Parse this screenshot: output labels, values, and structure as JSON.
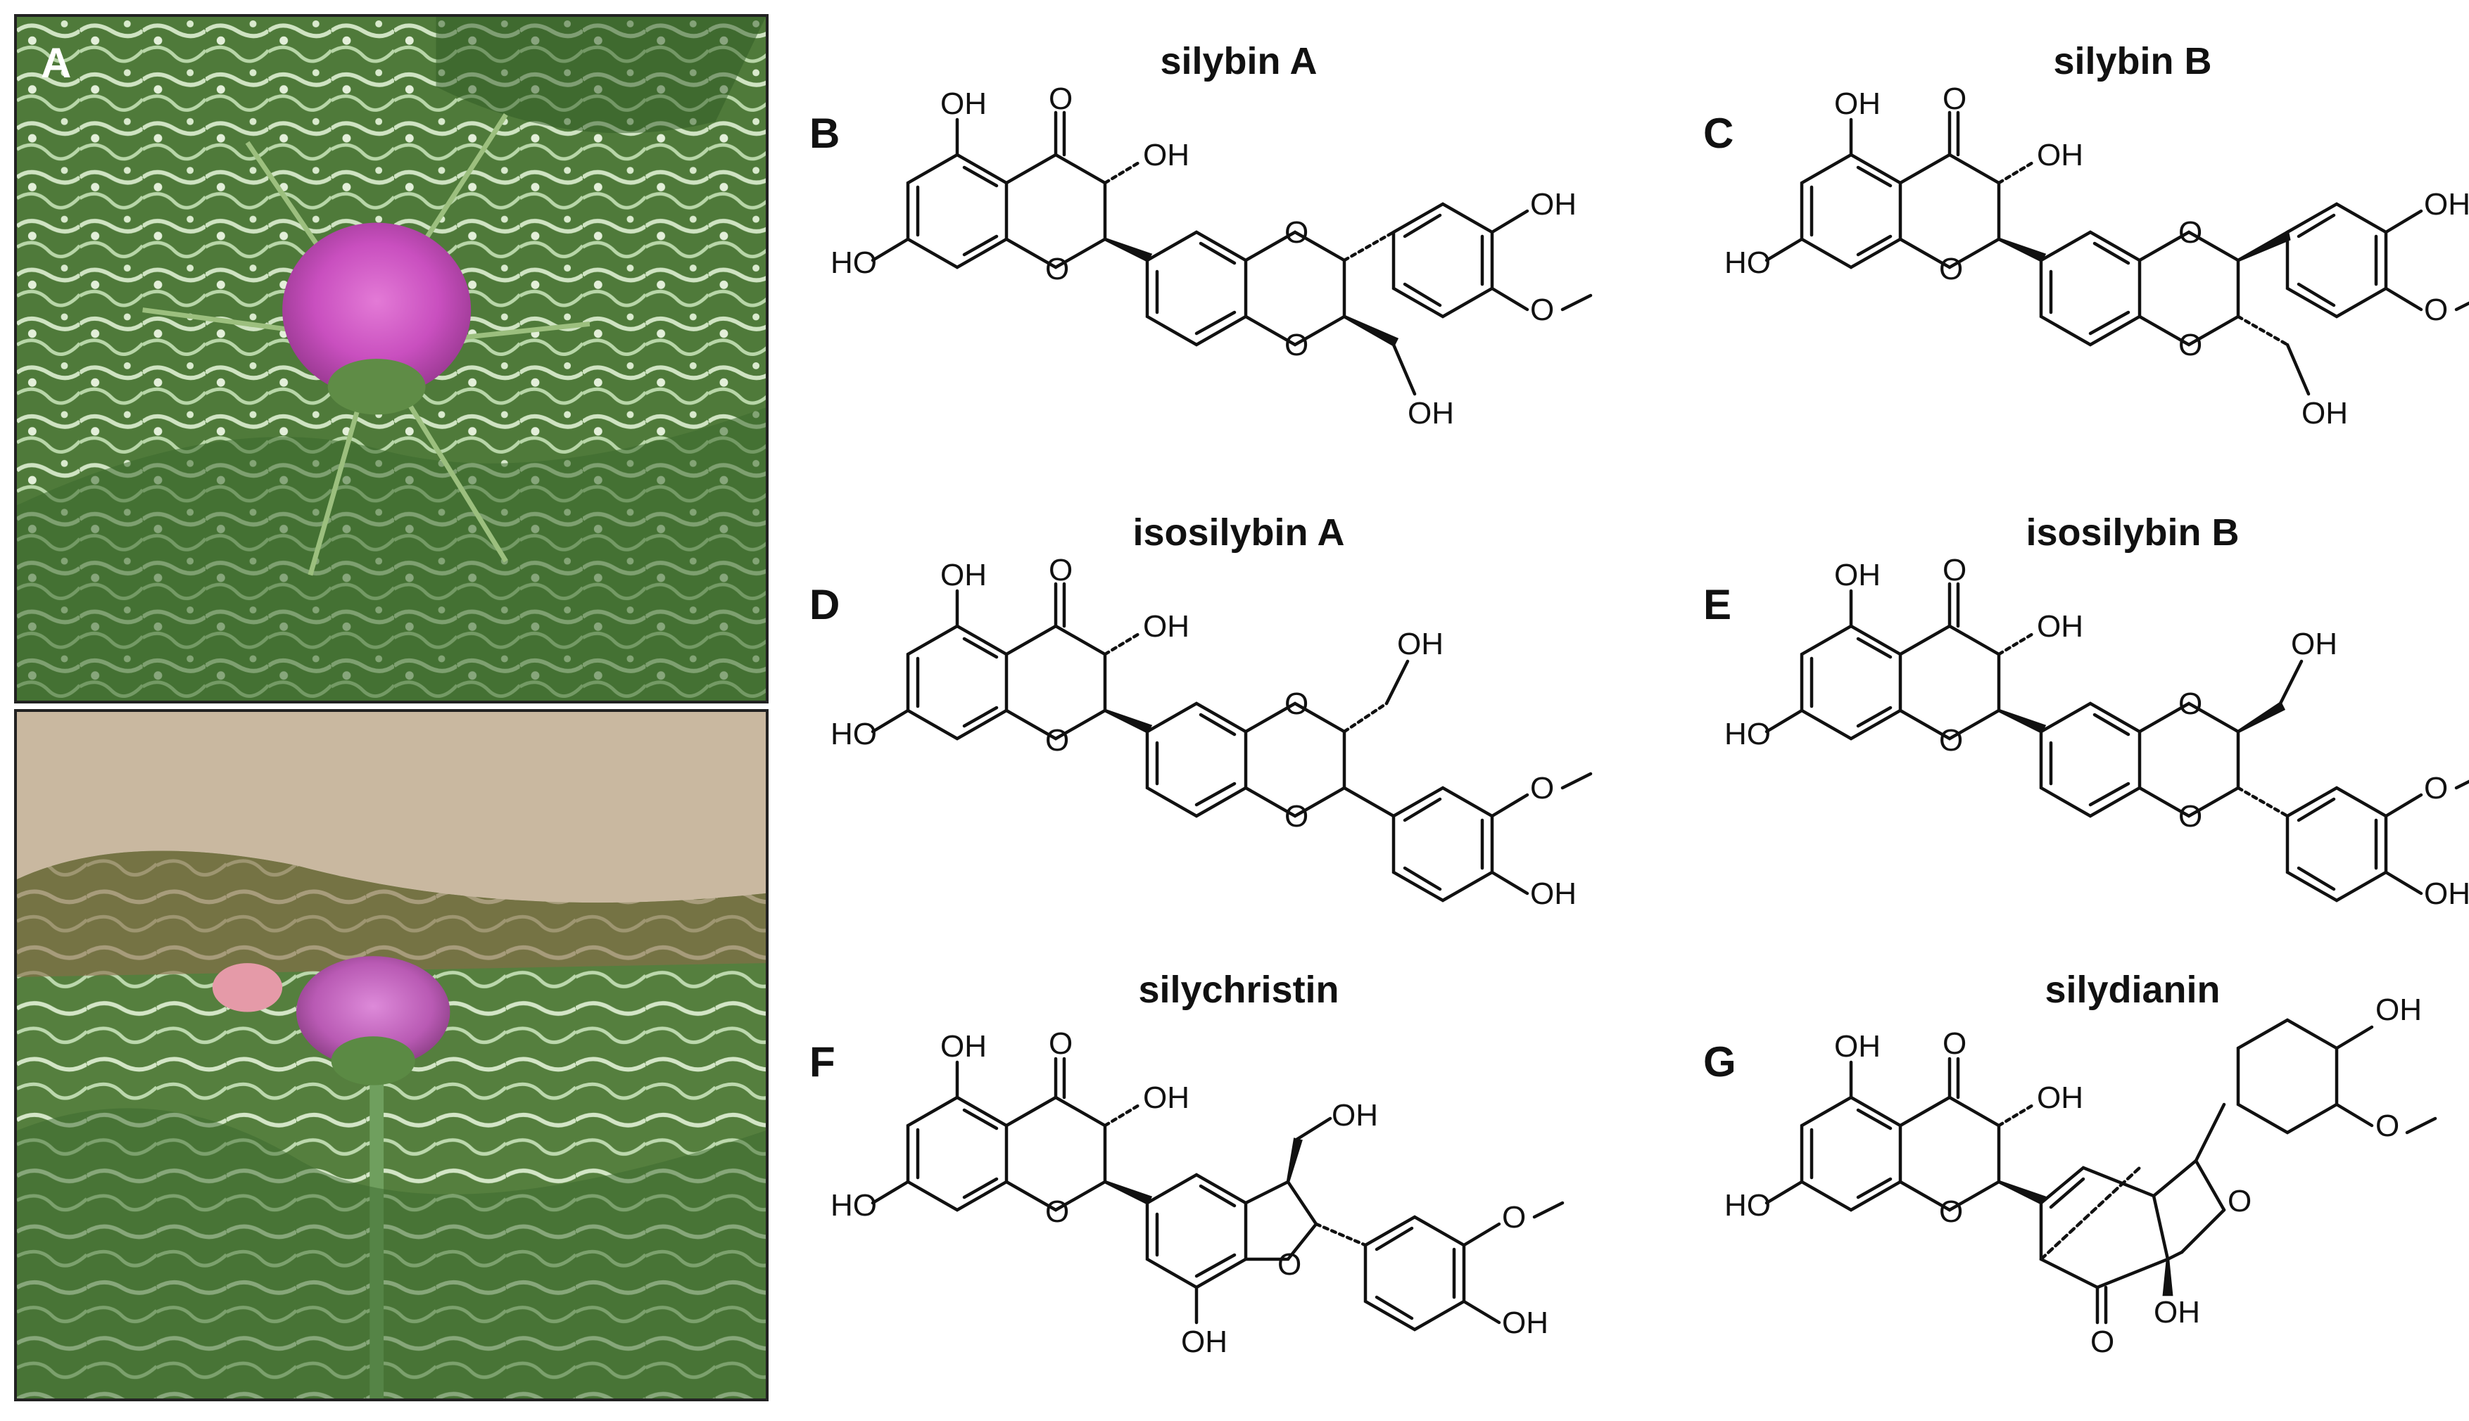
{
  "figure": {
    "photo_label": "A",
    "panels": [
      {
        "id": "B",
        "title": "silybin A",
        "labels": [
          "OH",
          "O",
          "OH",
          "HO",
          "O",
          "O",
          "OH",
          "O",
          "O",
          "OH"
        ]
      },
      {
        "id": "C",
        "title": "silybin B",
        "labels": [
          "OH",
          "O",
          "OH",
          "HO",
          "O",
          "O",
          "OH",
          "O",
          "O",
          "OH"
        ]
      },
      {
        "id": "D",
        "title": "isosilybin A",
        "labels": [
          "OH",
          "O",
          "OH",
          "HO",
          "O",
          "O",
          "OH",
          "O",
          "O",
          "OH"
        ]
      },
      {
        "id": "E",
        "title": "isosilybin B",
        "labels": [
          "OH",
          "O",
          "OH",
          "HO",
          "O",
          "O",
          "OH",
          "O",
          "O",
          "OH"
        ]
      },
      {
        "id": "F",
        "title": "silychristin",
        "labels": [
          "OH",
          "O",
          "OH",
          "HO",
          "O",
          "OH",
          "O",
          "OH",
          "O",
          "OH"
        ]
      },
      {
        "id": "G",
        "title": "silydianin",
        "labels": [
          "OH",
          "O",
          "OH",
          "HO",
          "O",
          "OH",
          "O",
          "O",
          "OH",
          "O"
        ]
      }
    ]
  }
}
